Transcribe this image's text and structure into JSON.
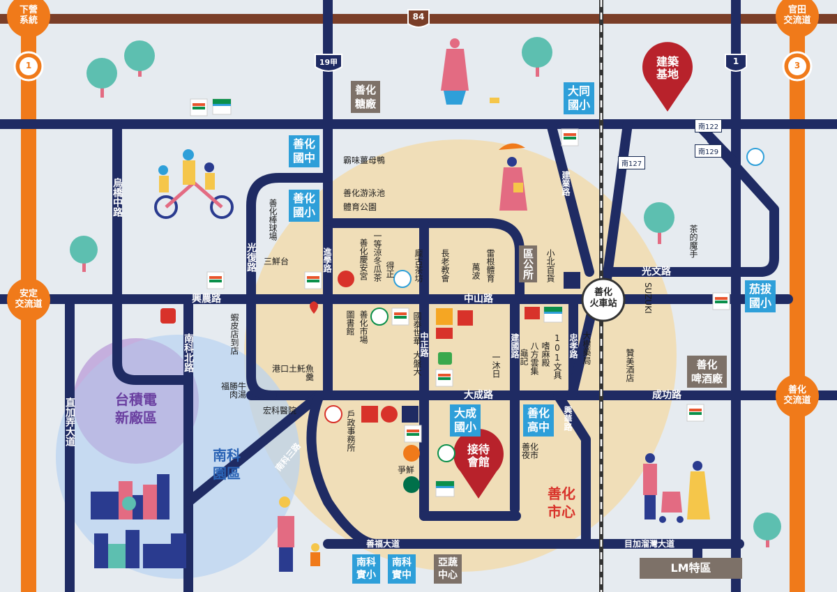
{
  "colors": {
    "road": "#1f2b63",
    "highway": "#7a3e28",
    "expressway": "#f07a1a",
    "school": "#2e9fd9",
    "landmark": "#7d7168",
    "pin": "#b8222b",
    "rail": "#333333",
    "glow": "#f3d9a6",
    "tsmc_zone": "#b89ad3",
    "sci_park_zone": "#a8c8ee",
    "background": "#e6ebf0"
  },
  "interchanges": {
    "xiaying": "下營\n系統",
    "guantian": "官田\n交流道",
    "anding": "安定\n交流道",
    "shanhua": "善化\n交流道"
  },
  "shields": {
    "fwy1": "1",
    "fwy3": "3",
    "hwy84": "84",
    "prov19a": "19甲",
    "prov1": "1",
    "nan122": "南122",
    "nan129": "南129",
    "nan127": "南127"
  },
  "pins": {
    "site": "建築\n基地",
    "reception": "接待\n會館"
  },
  "station": "善化\n火車站",
  "zones": {
    "tsmc": "台積電\n新廠區",
    "sci_park": "南科\n園區",
    "center": "善化\n市心"
  },
  "schools": {
    "shanhua_jr_high": "善化\n國中",
    "shanhua_elem": "善化\n國小",
    "datong_elem": "大同\n國小",
    "jiaba_elem": "茄拔\n國小",
    "dacheng_elem": "大成\n國小",
    "shanhua_high": "善化\n高中",
    "nanke_elem": "南科\n實小",
    "nanke_mid": "南科\n實中"
  },
  "landmarks": {
    "sugar_factory": "善化\n糖廠",
    "district_office": "區公所",
    "brewery": "善化\n啤酒廠",
    "avrdc": "亞蔬\n中心",
    "lm": "LM特區"
  },
  "roads": {
    "xingnong": "興農路",
    "zhongshan": "中山路",
    "dacheng": "大成路",
    "chenggong": "成功路",
    "guangwen": "光文路",
    "guangfu": "光復路",
    "wuqiaozhong": "烏橋中路",
    "nankebei": "南科北路",
    "zhijianong": "直加弄大道",
    "jinxue": "進學路",
    "zhongzheng": "中正路",
    "jianguo": "建國路",
    "zhongxiao": "忠孝路",
    "xinghua": "興華路",
    "jianye": "建業路",
    "shanfu": "善福大道",
    "muliawan": "目加溜灣大道",
    "suzuki": "SUZUKI",
    "nankesan": "南科三路"
  },
  "pois": {
    "duck": "霸味薑母鴨",
    "pool": "善化游泳池",
    "stadium": "體育公園",
    "baseball": "善化棒球場",
    "sanxiantai": "三鮮台",
    "dengliang": "一等涼冬瓜茶",
    "qingan": "善化慶安宮",
    "dezheng": "得正",
    "guguchafang": "龐古茶坊",
    "changlao": "長老教會",
    "leigen": "雷根體育",
    "wanbo": "萬波",
    "xiaobei": "小北百貨",
    "library": "圖書館",
    "market": "善化市場",
    "cathay": "國泰世華",
    "dapancai": "大盤大",
    "yimuri": "一沐日",
    "guiji": "龜記",
    "bafang": "八方雲集",
    "xiamadian": "嗜麻殿",
    "wenju101": "101文具",
    "dashuyaoju": "大樹藥局",
    "zanmei": "贊美酒店",
    "chadeyaoshou": "茶的魔手",
    "xiapi": "蝦皮店到店",
    "gangkou": "港口土魠魚羹",
    "fusheng": "福勝牛肉湯",
    "hongke": "宏科醫院",
    "household": "戶政事務所",
    "zhengxian": "爭鮮",
    "shanhua_night": "善化夜市"
  }
}
